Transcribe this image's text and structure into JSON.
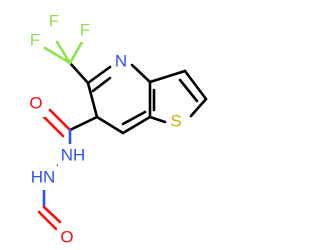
{
  "atoms": {
    "f1": {
      "symbol": "F",
      "color": "#90e050"
    },
    "f2": {
      "symbol": "F",
      "color": "#90e050"
    },
    "f3": {
      "symbol": "F",
      "color": "#90e050"
    },
    "n_ring": {
      "symbol": "N",
      "color": "#3050f8"
    },
    "s_ring": {
      "symbol": "S",
      "color": "#c8b400"
    },
    "o_amide": {
      "symbol": "O",
      "color": "#ff0d0d"
    },
    "nh_upper": {
      "symbol": "NH",
      "color": "#3050f8"
    },
    "hn_lower": {
      "symbol": "HN",
      "color": "#3050f8"
    },
    "o_formyl": {
      "symbol": "O",
      "color": "#ff0d0d"
    }
  }
}
